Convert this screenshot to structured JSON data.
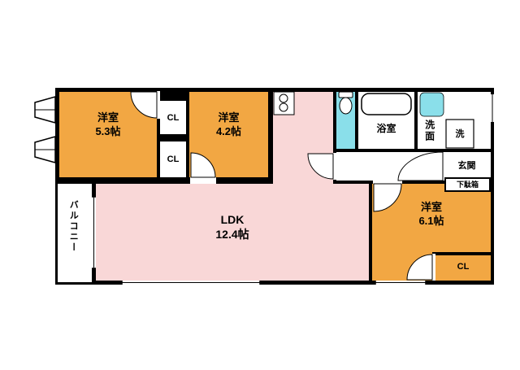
{
  "floorplan": {
    "bedroom_a": {
      "name": "洋室",
      "size": "5.3帖"
    },
    "bedroom_b": {
      "name": "洋室",
      "size": "4.2帖"
    },
    "bedroom_c": {
      "name": "洋室",
      "size": "6.1帖"
    },
    "ldk": {
      "name": "LDK",
      "size": "12.4帖"
    },
    "closet_a_label": "CL",
    "closet_b_label": "CL",
    "closet_c_label": "CL",
    "bathroom_label": "浴室",
    "washroom_label": "洗面",
    "washing_machine_label": "洗",
    "entrance_label": "玄関",
    "shoe_cabinet_label": "下駄箱",
    "balcony_label": "バルコニー",
    "colors": {
      "room_orange": "#F2A743",
      "ldk_pink": "#F9D7D7",
      "water_cyan": "#8ADFEA",
      "wall": "#000000",
      "background": "#FFFFFF"
    }
  }
}
